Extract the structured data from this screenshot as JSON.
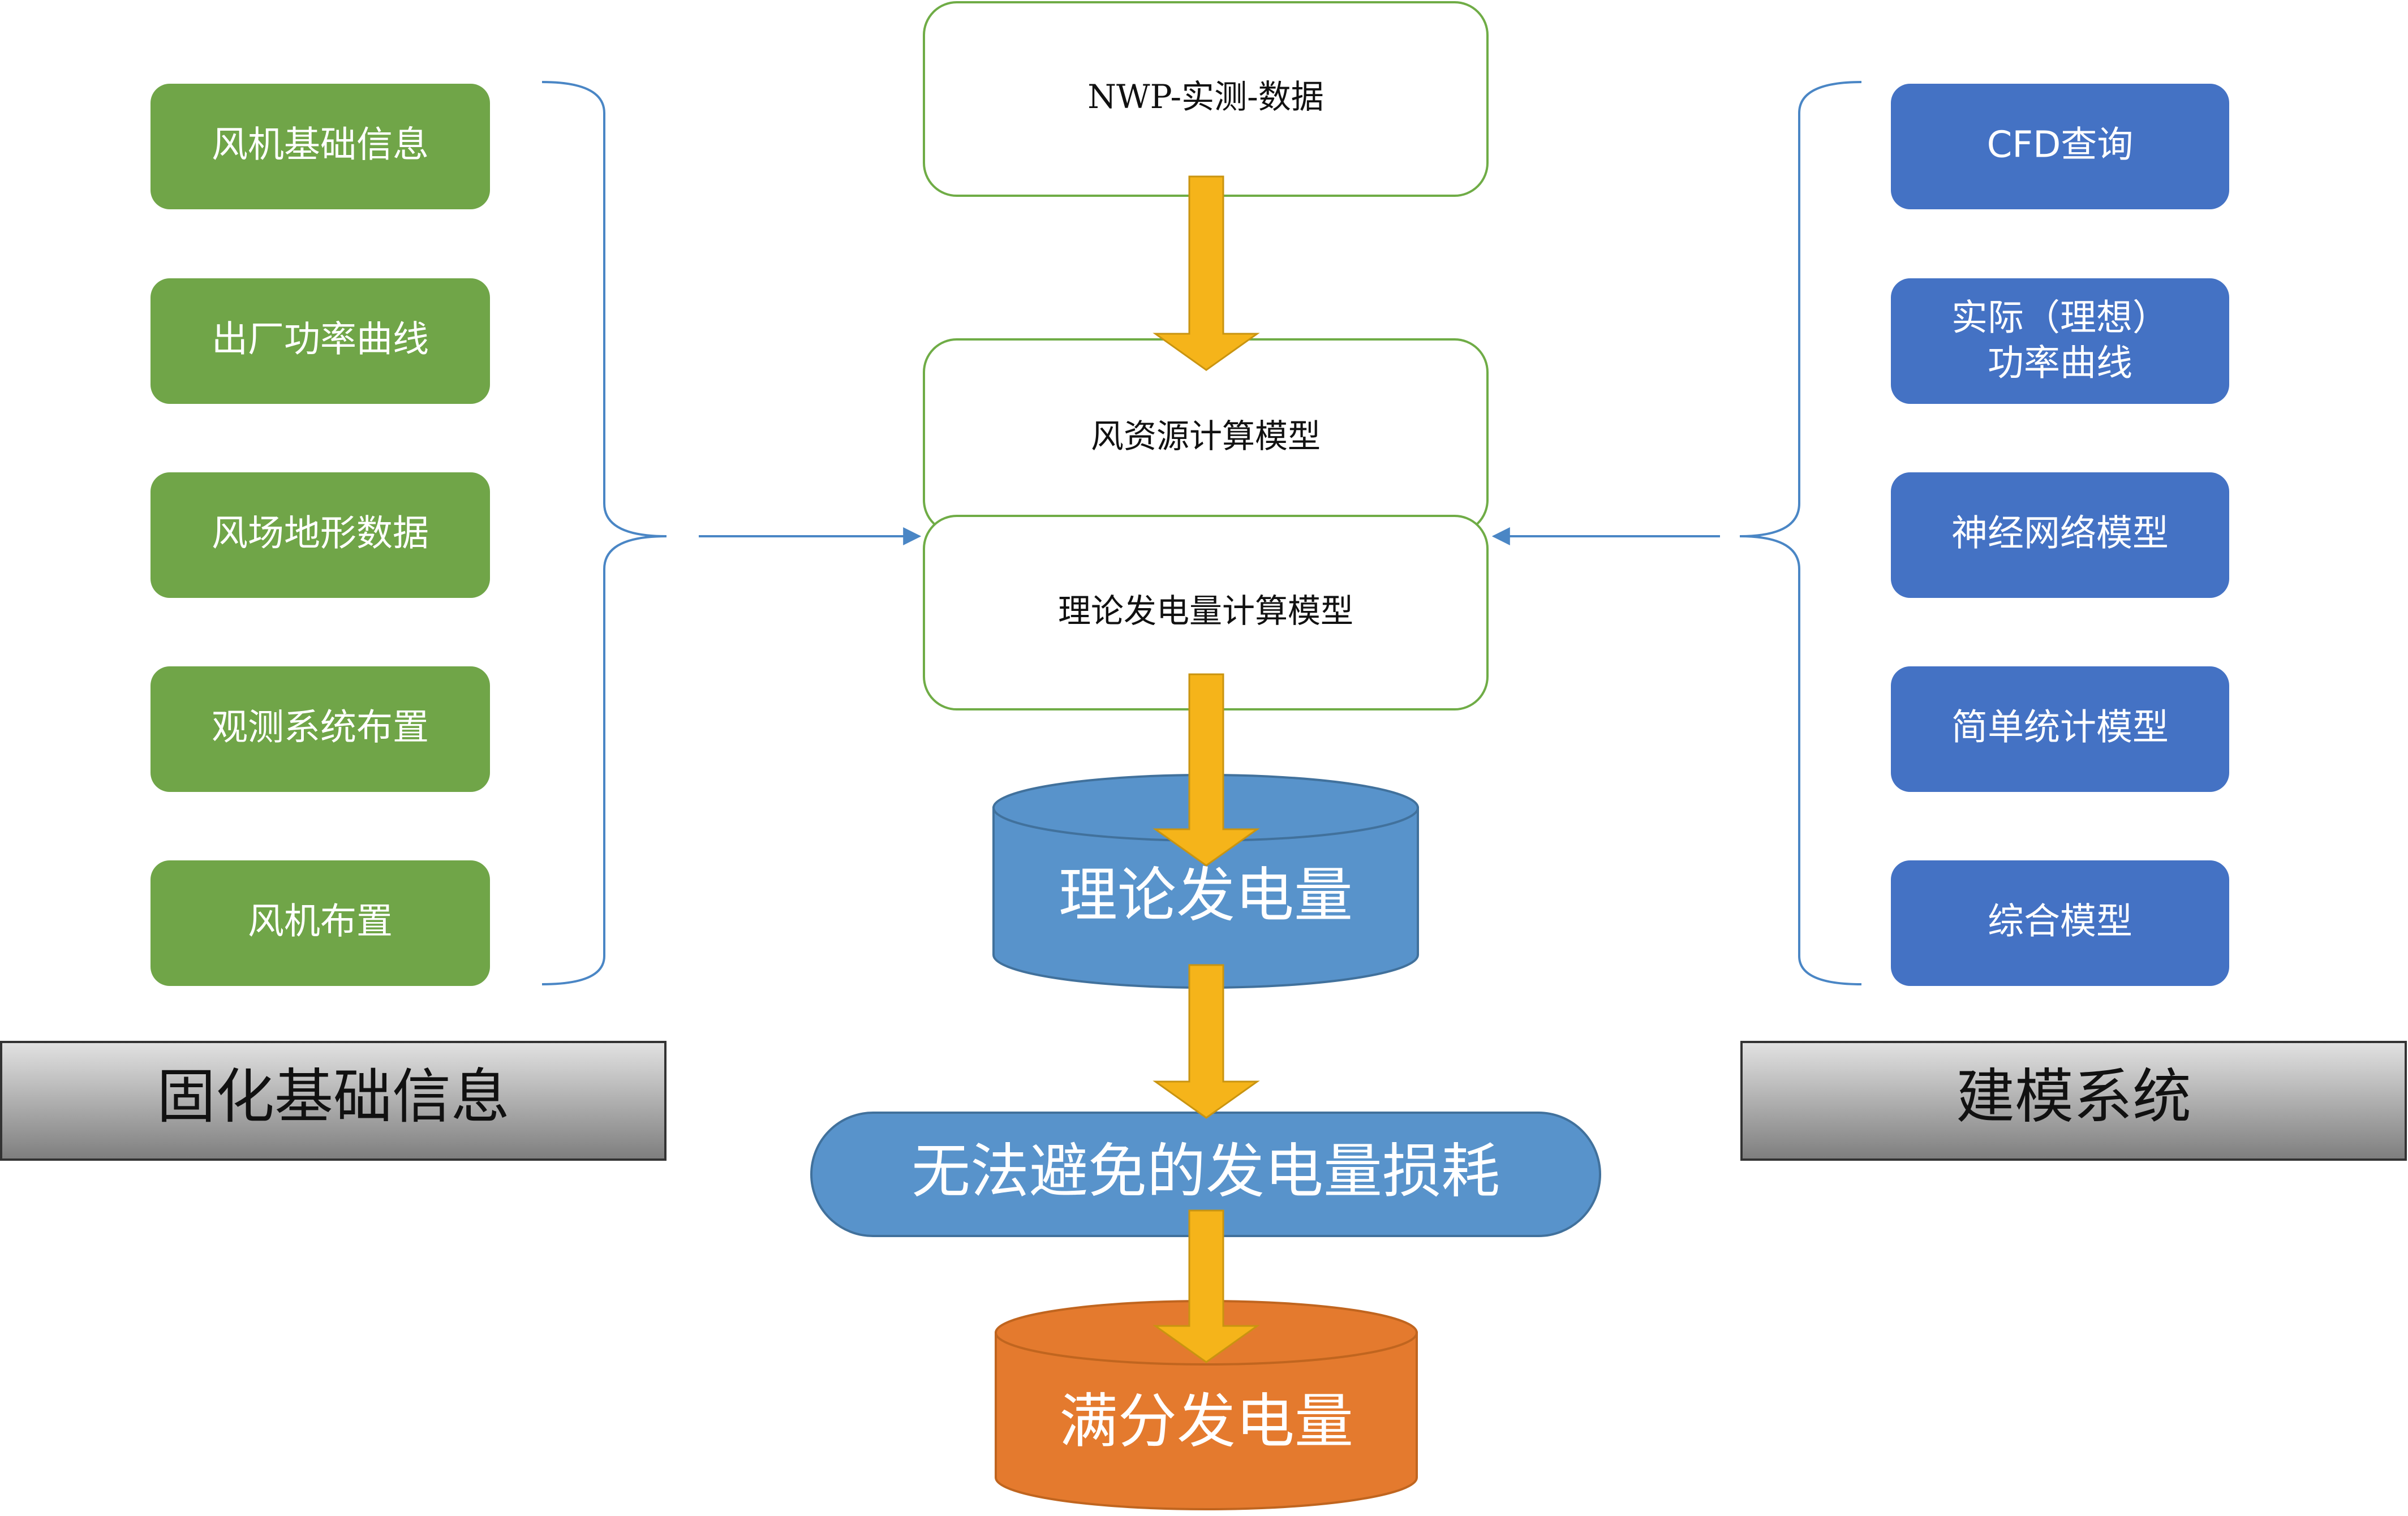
{
  "colors": {
    "green_box": "#70A548",
    "blue_box": "#4472C4",
    "green_outline": "#6FAC46",
    "cylinder_blue": "#5893CB",
    "cylinder_orange": "#E47A2E",
    "arrow_fill": "#F5B41A",
    "arrow_stroke": "#C99410",
    "connector": "#4A86C5",
    "label_gradient_light": "#D4D4D4",
    "label_gradient_dark": "#7F7F7F"
  },
  "left": {
    "items": [
      {
        "label": "风机基础信息"
      },
      {
        "label": "出厂功率曲线"
      },
      {
        "label": "风场地形数据"
      },
      {
        "label": "观测系统布置"
      },
      {
        "label": "风机布置"
      }
    ],
    "group_label": "固化基础信息"
  },
  "right": {
    "items": [
      {
        "label": "CFD查询"
      },
      {
        "label_line1": "实际（理想）",
        "label_line2": "功率曲线"
      },
      {
        "label": "神经网络模型"
      },
      {
        "label": "简单统计模型"
      },
      {
        "label": "综合模型"
      }
    ],
    "group_label": "建模系统"
  },
  "center": {
    "nwp_box": "NWP-实测-数据",
    "wind_model_box": "风资源计算模型",
    "theory_model_box": "理论发电量计算模型",
    "theory_power": "理论发电量",
    "unavoidable_loss": "无法避免的发电量损耗",
    "full_power": "满分发电量"
  }
}
